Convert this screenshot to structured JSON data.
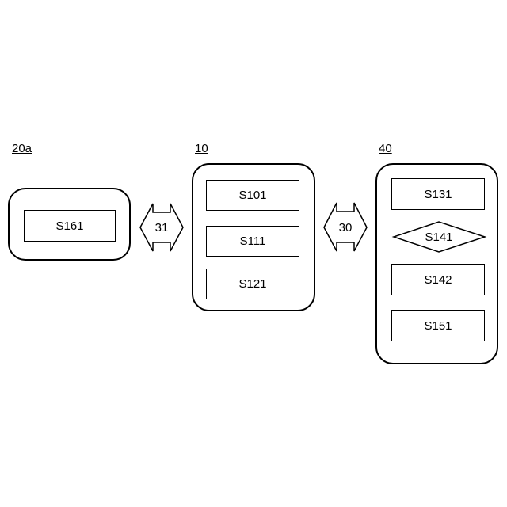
{
  "groups": {
    "left": {
      "label": "20a",
      "steps": [
        "S161"
      ]
    },
    "middle": {
      "label": "10",
      "steps": [
        "S101",
        "S111",
        "S121"
      ]
    },
    "right": {
      "label": "40",
      "steps": [
        "S131",
        "S141",
        "S142",
        "S151"
      ],
      "decision": "S141"
    }
  },
  "connectors": [
    {
      "label": "31",
      "between": [
        "20a",
        "10"
      ]
    },
    {
      "label": "30",
      "between": [
        "10",
        "40"
      ]
    }
  ]
}
